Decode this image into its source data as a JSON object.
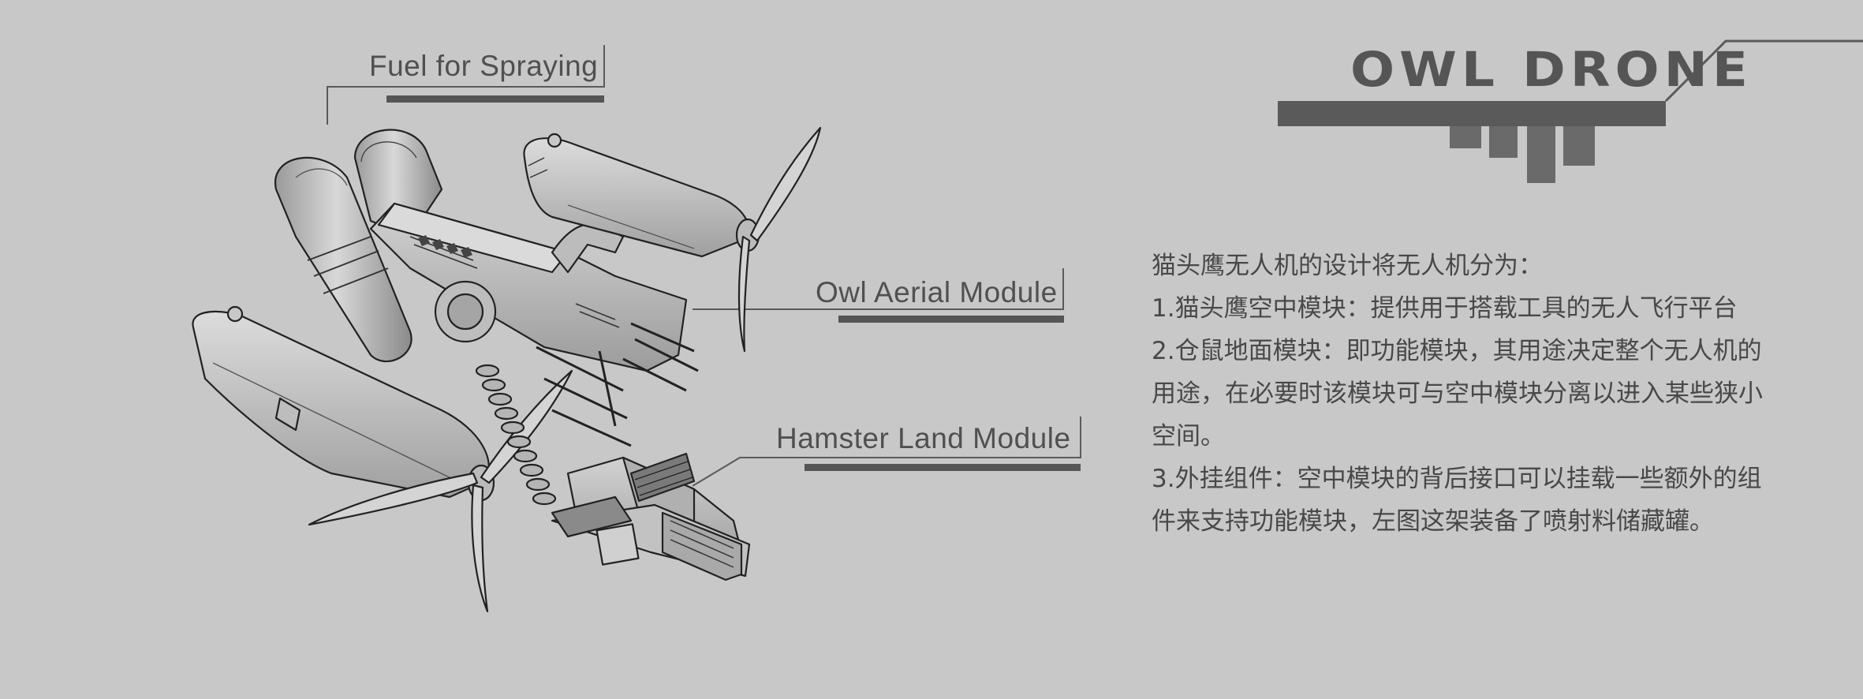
{
  "logo": {
    "title": "OWL DRONE"
  },
  "callouts": {
    "fuel": "Fuel for Spraying",
    "aerial": "Owl Aerial Module",
    "hamster": "Hamster Land Module"
  },
  "description": {
    "intro": "猫头鹰无人机的设计将无人机分为：",
    "item1": "1.猫头鹰空中模块：提供用于搭载工具的无人飞行平台",
    "item2_line1": "2.仓鼠地面模块：即功能模块，其用途决定整个无人机的",
    "item2_line2": "用途，在必要时该模块可与空中模块分离以进入某些狭小",
    "item2_line3": "空间。",
    "item3_line1": "3.外挂组件：空中模块的背后接口可以挂载一些额外的组",
    "item3_line2": "件来支持功能模块，左图这架装备了喷射料储藏罐。"
  },
  "colors": {
    "background": "#c8c8c8",
    "accent": "#5a5a5a",
    "text": "#484848"
  }
}
